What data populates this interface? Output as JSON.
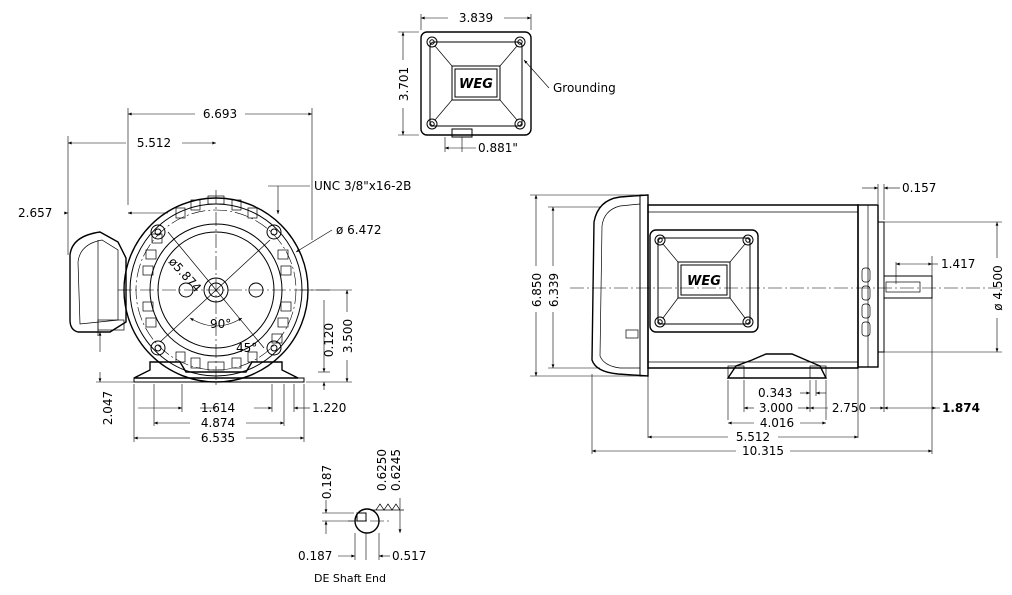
{
  "brand": "WEG",
  "dimensions": {
    "box_width": "3.839",
    "box_height": "3.701",
    "grounding_label": "Grounding",
    "conduit": "0.881\"",
    "overall_width": "6.693",
    "half_width": "5.512",
    "box_offset": "2.657",
    "thread_label": "UNC 3/8\"x16-2B",
    "bolt_circle": "ø 6.472",
    "pilot_diameter": "ø5.874",
    "angle_90": "90°",
    "angle_45": "45°",
    "foot_thickness": "0.120",
    "shaft_height": "3.500",
    "box_bottom_height": "2.047",
    "dim_1614": "1.614",
    "dim_1220": "1.220",
    "dim_4874": "4.874",
    "dim_6535": "6.535",
    "face_dim_0157": "0.157",
    "face_height_6850": "6.850",
    "face_height_6339": "6.339",
    "shaft_dim_1417": "1.417",
    "flange_diameter": "ø 4.500",
    "dim_0343": "0.343",
    "dim_3000": "3.000",
    "dim_2750": "2.750",
    "dim_1874": "1.874",
    "dim_4016": "4.016",
    "dim_5512b": "5.512",
    "dim_10315": "10.315",
    "key_0187a": "0.187",
    "shaft_0625": "0.6250",
    "shaft_06245": "0.6245",
    "key_0187b": "0.187",
    "key_0517": "0.517",
    "shaft_end_label": "DE Shaft End"
  }
}
